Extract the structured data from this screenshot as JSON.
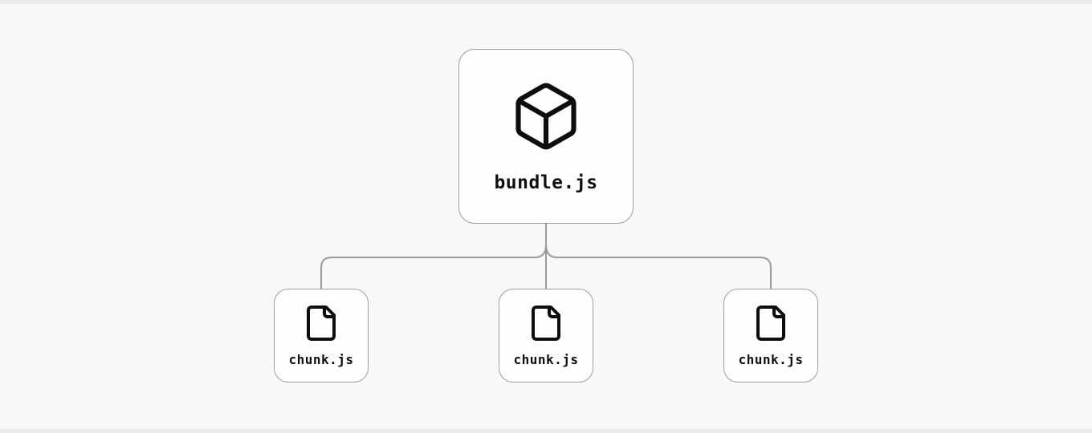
{
  "diagram": {
    "root": {
      "label": "bundle.js",
      "icon": "box-icon"
    },
    "children": [
      {
        "label": "chunk.js",
        "icon": "file-icon"
      },
      {
        "label": "chunk.js",
        "icon": "file-icon"
      },
      {
        "label": "chunk.js",
        "icon": "file-icon"
      }
    ]
  },
  "colors": {
    "page_bg": "#f8f8f8",
    "frame_strip": "#ebebeb",
    "node_bg": "#fefefe",
    "node_border": "#9e9e9e",
    "connector": "#9b9b9b",
    "label_text": "#0f0f0f",
    "icon_stroke": "#0d0d0d"
  }
}
